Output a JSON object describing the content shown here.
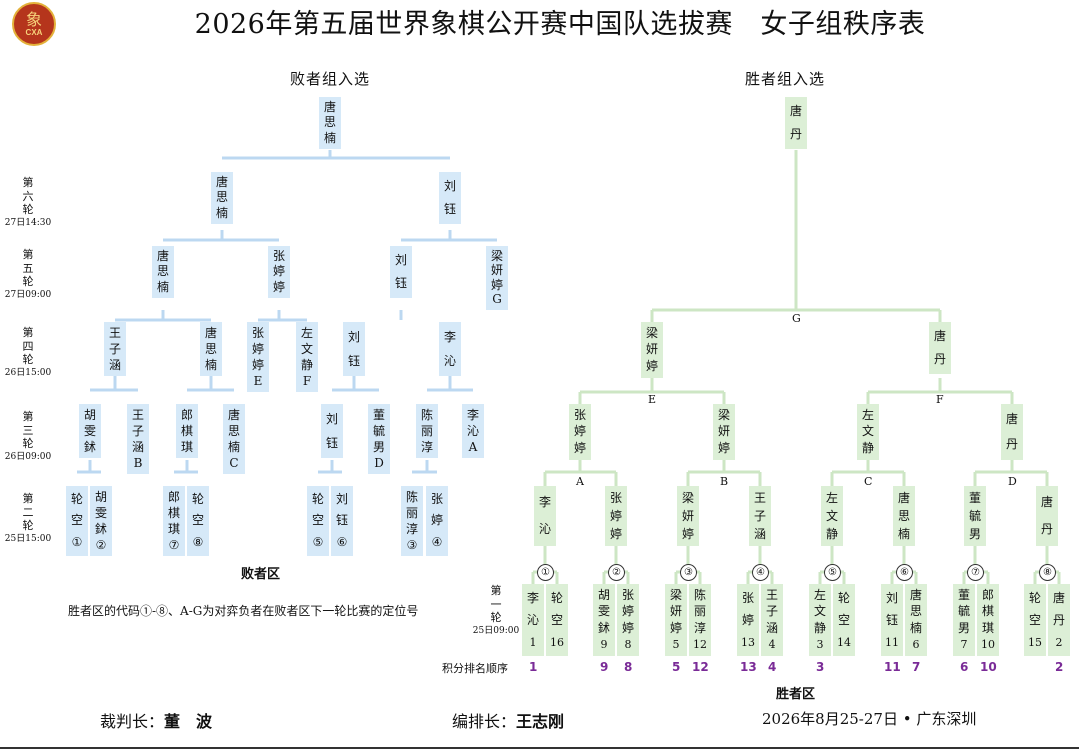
{
  "header": {
    "title": "2026年第五届世界象棋公开赛中国队选拔赛　女子组秩序表",
    "logo_glyph": "象",
    "logo_text": "CXA"
  },
  "losers_header": "败者组入选",
  "winners_header": "胜者组入选",
  "round_labels": [
    {
      "name": "第六轮",
      "time": "27日14:30"
    },
    {
      "name": "第五轮",
      "time": "27日09:00"
    },
    {
      "name": "第四轮",
      "time": "26日15:00"
    },
    {
      "name": "第三轮",
      "time": "26日09:00"
    },
    {
      "name": "第二轮",
      "time": "25日15:00"
    }
  ],
  "r1_label": {
    "name": "第一轮",
    "time": "25日09:00"
  },
  "rank_label": "积分排名顺序",
  "losers_zone": "败者区",
  "winners_zone": "胜者区",
  "note": "胜者区的代码①-⑧、A-G为对弈负者在败者区下一轮比赛的定位号",
  "losers_bracket": {
    "r6_winner": "唐思楠",
    "r6": [
      "唐思楠",
      "刘钰"
    ],
    "r5": [
      "唐思楠",
      "张婷婷",
      "刘钰",
      "梁妍婷G"
    ],
    "r4": [
      "王子涵",
      "唐思楠",
      "张婷婷E",
      "左文静F",
      "刘钰",
      "李沁"
    ],
    "r3": [
      "胡雯鉥",
      "王子涵B",
      "郎棋琪",
      "唐思楠C",
      "刘钰",
      "董毓男D",
      "陈丽淳",
      "李沁A"
    ],
    "r2": [
      "轮空①",
      "胡雯鉥②",
      "郎棋琪⑦",
      "轮空⑧",
      "轮空⑤",
      "刘钰⑥",
      "陈丽淳③",
      "张婷④"
    ]
  },
  "winners_bracket": {
    "final": "唐丹",
    "code_final": "G",
    "sf": [
      "梁妍婷",
      "唐丹"
    ],
    "codes_sf": [
      "E",
      "F"
    ],
    "qf": [
      "张婷婷",
      "梁妍婷",
      "左文静",
      "唐丹"
    ],
    "codes_qf": [
      "A",
      "B",
      "C",
      "D"
    ],
    "r2": [
      "李沁",
      "张婷婷",
      "梁妍婷",
      "王子涵",
      "左文静",
      "唐思楠",
      "董毓男",
      "唐丹"
    ],
    "codes_r2": [
      "①",
      "②",
      "③",
      "④",
      "⑤",
      "⑥",
      "⑦",
      "⑧"
    ],
    "r1": [
      [
        "李沁",
        "1"
      ],
      [
        "轮空",
        "16"
      ],
      [
        "胡雯鉥",
        "9"
      ],
      [
        "张婷婷",
        "8"
      ],
      [
        "梁妍婷",
        "5"
      ],
      [
        "陈丽淳",
        "12"
      ],
      [
        "张婷",
        "13"
      ],
      [
        "王子涵",
        "4"
      ],
      [
        "左文静",
        "3"
      ],
      [
        "轮空",
        "14"
      ],
      [
        "刘钰",
        "11"
      ],
      [
        "唐思楠",
        "6"
      ],
      [
        "董毓男",
        "7"
      ],
      [
        "郎棋琪",
        "10"
      ],
      [
        "轮空",
        "15"
      ],
      [
        "唐丹",
        "2"
      ]
    ],
    "ranks": [
      "1",
      "9",
      "8",
      "5",
      "12",
      "13",
      "4",
      "3",
      "11",
      "7",
      "6",
      "10",
      "2"
    ]
  },
  "footer": {
    "referee_label": "裁判长：",
    "referee": "董　波",
    "arranger_label": "编排长：",
    "arranger": "王志刚",
    "date_place": "2026年8月25-27日 • 广东深圳"
  },
  "colors": {
    "loser_box": "#d6e9f8",
    "loser_line": "#bcd8f1",
    "winner_box": "#dcefd6",
    "winner_line": "#cde6c4",
    "rank": "#7a2b97",
    "logo": "#b5351c"
  }
}
